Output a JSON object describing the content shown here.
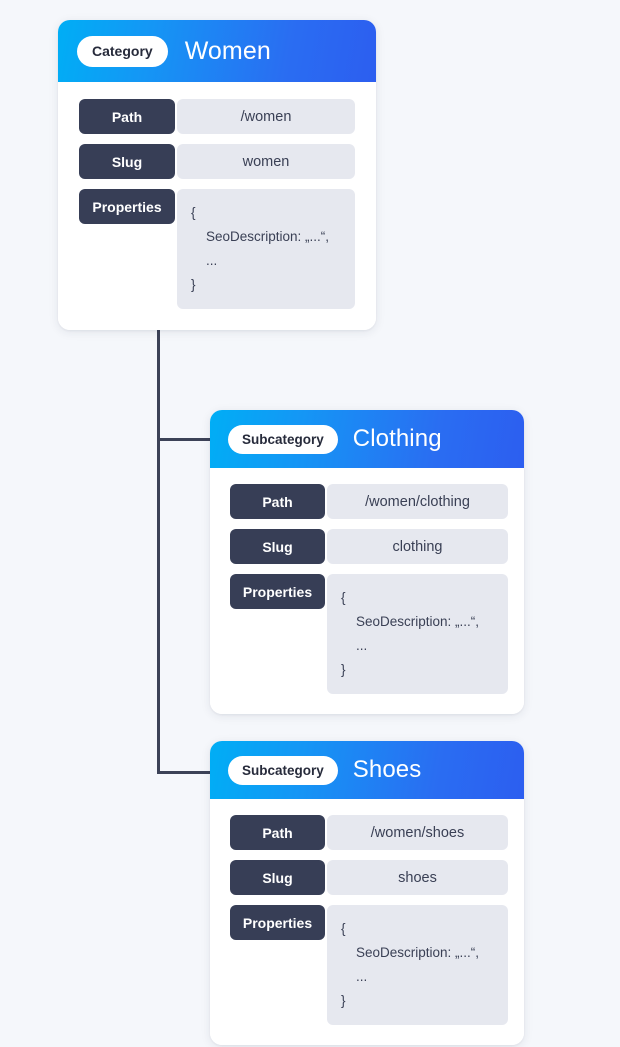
{
  "theme": {
    "page_background": "#f5f7fb",
    "header_gradient_from": "#00aef5",
    "header_gradient_to": "#2c5ef0",
    "label_chip_color": "#373e56",
    "value_field_color": "#e6e8ef",
    "connector_color": "#3c4257",
    "card_background": "#ffffff",
    "title_text_color": "#ffffff"
  },
  "field_labels": {
    "path": "Path",
    "slug": "Slug",
    "properties": "Properties"
  },
  "nodes": [
    {
      "id": "women",
      "badge": "Category",
      "title": "Women",
      "path": "/women",
      "slug": "women",
      "properties": "{\n    SeoDescription: „...“,\n    ...\n}"
    },
    {
      "id": "clothing",
      "badge": "Subcategory",
      "title": "Clothing",
      "path": "/women/clothing",
      "slug": "clothing",
      "properties": "{\n    SeoDescription: „...“,\n    ...\n}"
    },
    {
      "id": "shoes",
      "badge": "Subcategory",
      "title": "Shoes",
      "path": "/women/shoes",
      "slug": "shoes",
      "properties": "{\n    SeoDescription: „...“,\n    ...\n}"
    }
  ],
  "connectors": [
    {
      "from": "women",
      "to": "clothing"
    },
    {
      "from": "women",
      "to": "shoes"
    }
  ]
}
